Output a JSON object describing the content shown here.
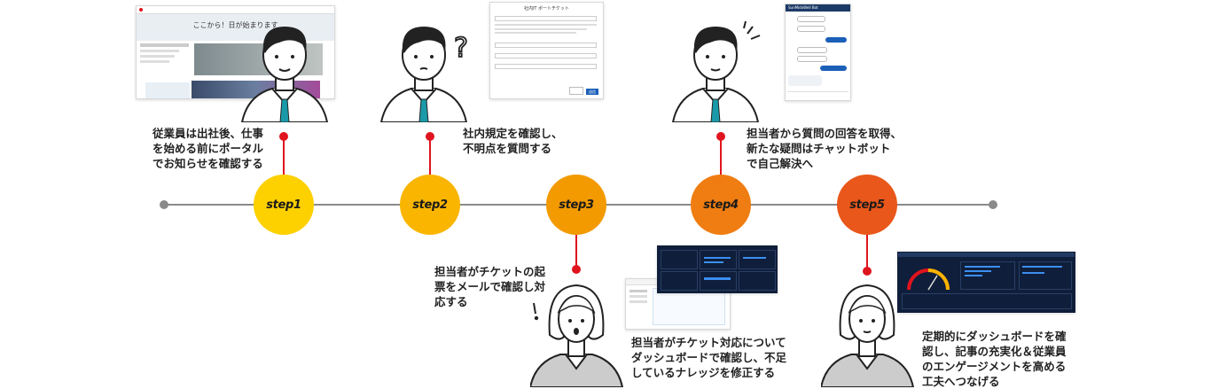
{
  "colors": {
    "timeline": "#8a8a8a",
    "connector": "#e0141e",
    "step1": "#fdd000",
    "step2": "#f9b500",
    "step3": "#f29a00",
    "step4": "#ef7d12",
    "step5": "#e9571a"
  },
  "steps": [
    {
      "label": "step1",
      "description": [
        "従業員は出社後、仕事",
        "を始める前にポータル",
        "でお知らせを確認する"
      ]
    },
    {
      "label": "step2",
      "description": [
        "社内規定を確認し、",
        "不明点を質問する"
      ]
    },
    {
      "label": "step3",
      "description": [
        "担当者がチケットの起",
        "票をメールで確認し対",
        "応する"
      ]
    },
    {
      "label": "step4",
      "description": [
        "担当者から質問の回答を取得、",
        "新たな疑問はチャットボット",
        "で自己解決へ"
      ]
    },
    {
      "label": "step5",
      "description": [
        "定期的にダッシュボードを確",
        "認し、記事の充実化＆従業員",
        "のエンゲージメントを高める",
        "工夫へつなげる"
      ]
    }
  ],
  "step3_extra": {
    "description": [
      "担当者がチケット対応について",
      "ダッシュボードで確認し、不足",
      "しているナレッジを修正する"
    ]
  },
  "screens": {
    "portal": {
      "banner": "ここから！日が始まります"
    },
    "ticket_form": {
      "title": "社内IT ポートチケット",
      "submit": "送信"
    },
    "chatbot": {
      "title": "SunMidoWell Bot"
    }
  },
  "icons": {
    "question": "question-mark-icon",
    "exclaim": "exclamation-icon",
    "surprise": "surprise-lines-icon"
  }
}
